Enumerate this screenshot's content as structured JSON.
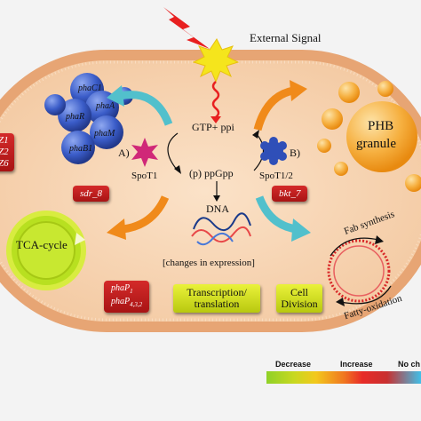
{
  "external_signal": "External Signal",
  "gtp_ppi": "GTP+ ppi",
  "ppgpp": "(p) ppGpp",
  "label_a": "A)",
  "label_b": "B)",
  "spot1": "SpoT1",
  "spot12": "SpoT1/2",
  "dna": "DNA",
  "changes": "[changes in expression]",
  "phb_line1": "PHB",
  "phb_line2": "granule",
  "tca": "TCA-cycle",
  "fab": "Fab synthesis",
  "fatty": "Fatty-oxidation",
  "pha_proteins": [
    "phaC1",
    "phaA",
    "phaR",
    "phaM",
    "phaB1"
  ],
  "left_tags": [
    "Z1",
    "Z2",
    "Z6"
  ],
  "sdr": "sdr_8",
  "bkt": "bkt_7",
  "phap_line1": "phaP",
  "phap_sub1": "1",
  "phap_line2": "phaP",
  "phap_sub2": "4,3,2",
  "transcription": "Transcription/ translation",
  "cell_division": "Cell Division",
  "legend": {
    "decrease": "Decrease",
    "increase": "Increase",
    "no_change": "No ch"
  },
  "colors": {
    "cell_fill": "#f8d6b4",
    "cell_border": "#e3a06a",
    "protein_blue": "#3a5cc8",
    "phb_orange": "#f5a623",
    "arrow_teal": "#3fb8c8",
    "arrow_orange": "#f08a1a"
  }
}
